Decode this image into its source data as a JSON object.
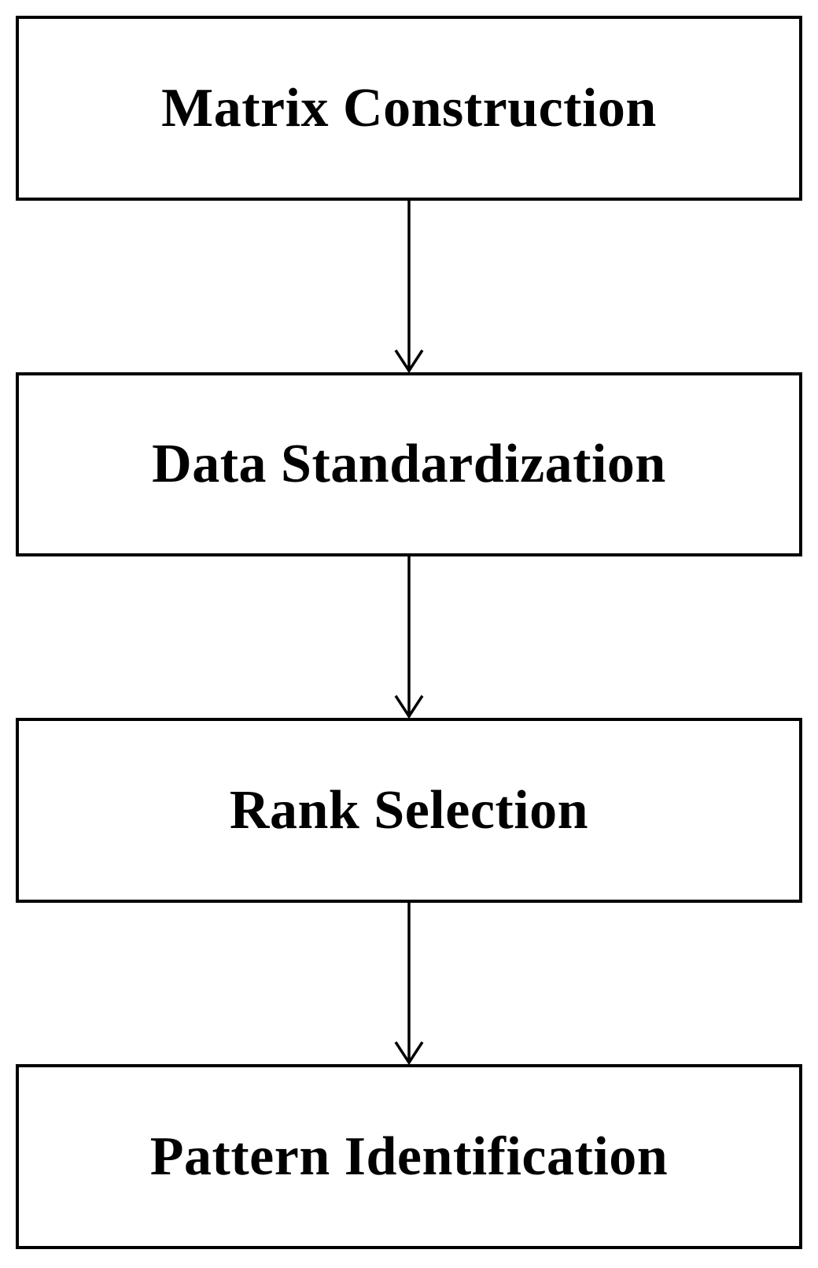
{
  "diagram": {
    "type": "flowchart",
    "direction": "top-to-bottom",
    "nodes": [
      {
        "id": "matrix-construction",
        "label": "Matrix Construction"
      },
      {
        "id": "data-standardization",
        "label": "Data Standardization"
      },
      {
        "id": "rank-selection",
        "label": "Rank Selection"
      },
      {
        "id": "pattern-identification",
        "label": "Pattern Identification"
      }
    ],
    "connectors": [
      {
        "from": "matrix-construction",
        "to": "data-standardization",
        "style": "open-v-arrowhead-down"
      },
      {
        "from": "data-standardization",
        "to": "rank-selection",
        "style": "open-v-arrowhead-down"
      },
      {
        "from": "rank-selection",
        "to": "pattern-identification",
        "style": "open-v-arrowhead-down"
      }
    ],
    "colors": {
      "background": "#ffffff",
      "box_fill": "#ffffff",
      "box_border": "#000000",
      "text": "#000000",
      "arrow": "#000000"
    }
  }
}
